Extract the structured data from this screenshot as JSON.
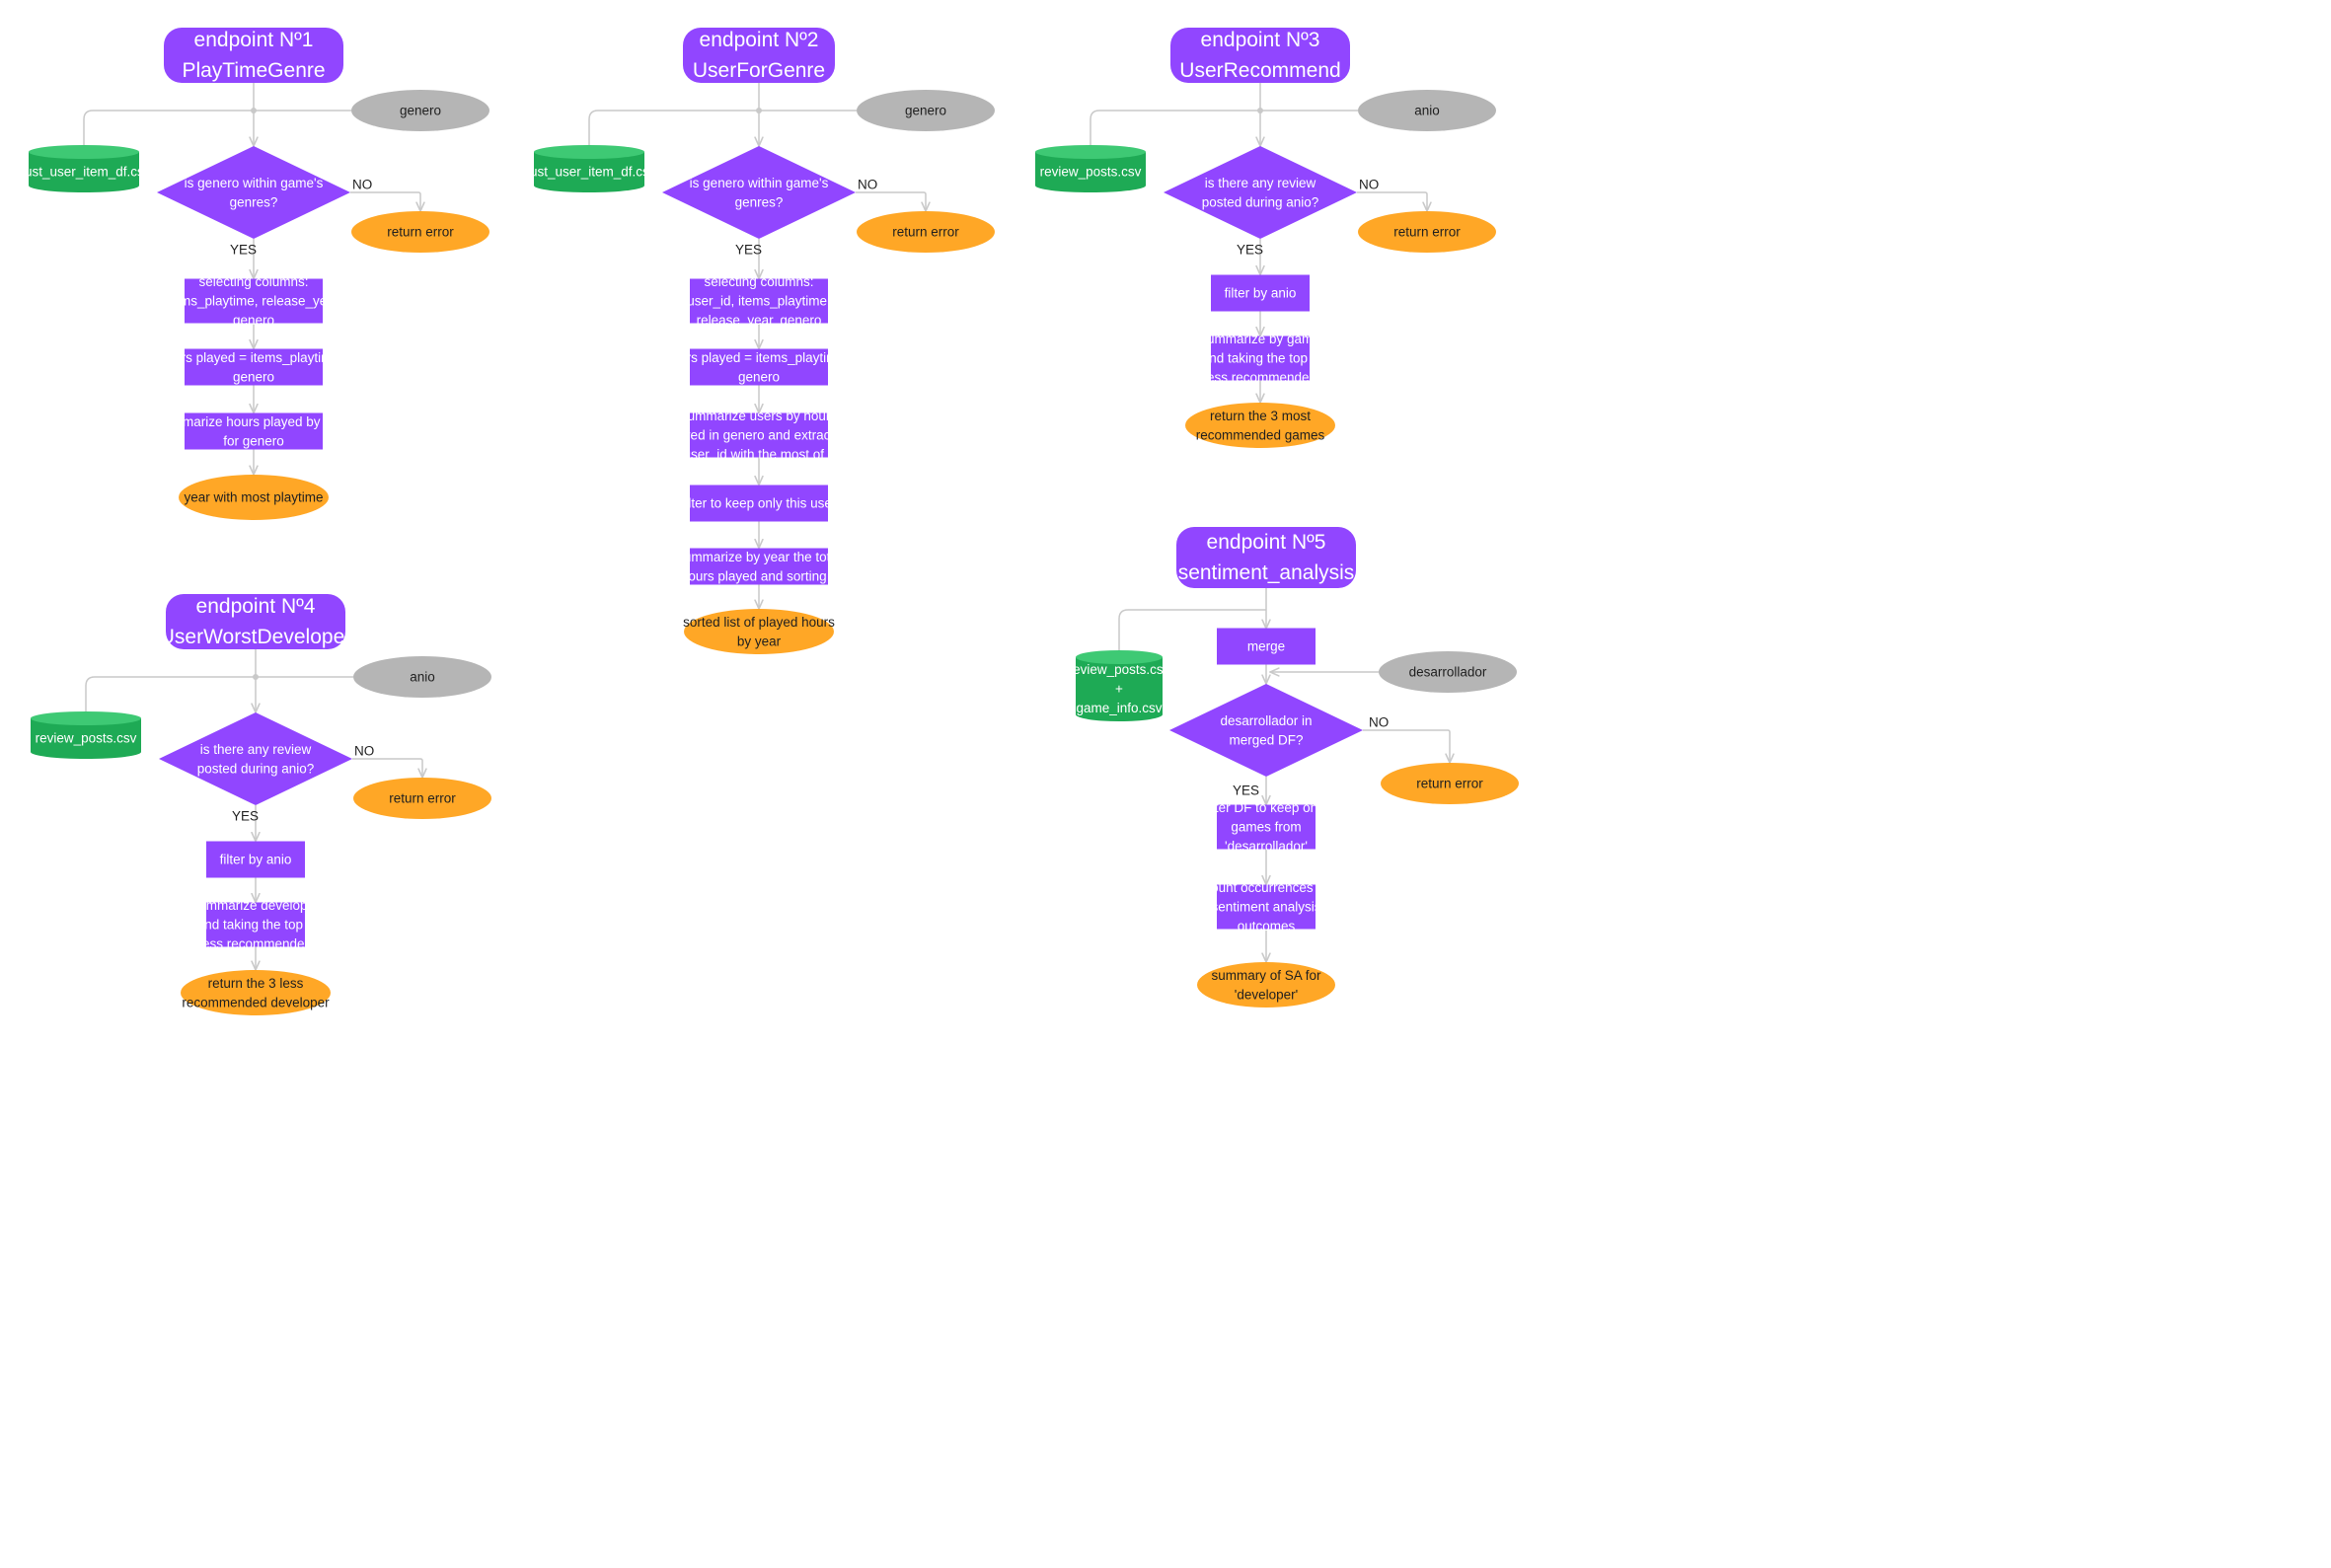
{
  "colors": {
    "purple": "#9146ff",
    "green": "#1eaa55",
    "green_top": "#3ec974",
    "orange": "#ffa726",
    "gray": "#b5b5b5",
    "edge": "#c9c9c9"
  },
  "flows": [
    {
      "id": "ep1",
      "title": [
        "endpoint Nº1",
        "PlayTimeGenre"
      ],
      "input": "genero",
      "source": [
        "aust_user_item_df.csv"
      ],
      "decision": [
        "is genero within game's",
        "genres?"
      ],
      "yes": "YES",
      "no": "NO",
      "error": [
        "return error"
      ],
      "steps": [
        [
          "selecting columns:",
          "items_playtime, release_year,",
          "genero"
        ],
        [
          "hours played = items_playtime *",
          "genero"
        ],
        [
          "summarize hours played by year",
          "for genero"
        ]
      ],
      "result": [
        "year with most playtime"
      ]
    },
    {
      "id": "ep2",
      "title": [
        "endpoint Nº2",
        "UserForGenre"
      ],
      "input": "genero",
      "source": [
        "aust_user_item_df.csv"
      ],
      "decision": [
        "is genero within game's",
        "genres?"
      ],
      "yes": "YES",
      "no": "NO",
      "error": [
        "return error"
      ],
      "steps": [
        [
          "selecting columns:",
          "user_id, items_playtime,",
          "release_year, genero"
        ],
        [
          "hours played = items_playtime *",
          "genero"
        ],
        [
          "summarize users by hours",
          "played in genero and extracting",
          "user_id with the most of it"
        ],
        [
          "filter to keep only this user"
        ],
        [
          "summarize by year the total",
          "hours played and sorting it"
        ]
      ],
      "result": [
        "sorted list of played hours",
        "by year"
      ]
    },
    {
      "id": "ep3",
      "title": [
        "endpoint Nº3",
        "UserRecommend"
      ],
      "input": "anio",
      "source": [
        "review_posts.csv"
      ],
      "decision": [
        "is there any review",
        "posted during anio?"
      ],
      "yes": "YES",
      "no": "NO",
      "error": [
        "return error"
      ],
      "steps": [
        [
          "filter by anio"
        ],
        [
          "summarize by game",
          "and taking the top 3",
          "less recommended"
        ]
      ],
      "result": [
        "return the 3 most",
        "recommended games"
      ]
    },
    {
      "id": "ep4",
      "title": [
        "endpoint Nº4",
        "UserWorstDeveloper"
      ],
      "input": "anio",
      "source": [
        "review_posts.csv"
      ],
      "decision": [
        "is there any review",
        "posted during anio?"
      ],
      "yes": "YES",
      "no": "NO",
      "error": [
        "return error"
      ],
      "steps": [
        [
          "filter by anio"
        ],
        [
          "summarize developer",
          "and taking the top 3",
          "less recommended"
        ]
      ],
      "result": [
        "return the 3 less",
        "recommended developer"
      ]
    },
    {
      "id": "ep5",
      "title": [
        "endpoint Nº5",
        "sentiment_analysis"
      ],
      "input": "desarrollador",
      "source": [
        "review_posts.csv",
        "+",
        "game_info.csv"
      ],
      "merge": [
        "merge"
      ],
      "decision": [
        "desarrollador in",
        "merged DF?"
      ],
      "yes": "YES",
      "no": "NO",
      "error": [
        "return error"
      ],
      "steps": [
        [
          "filter DF to keep only",
          "games from",
          "'desarrollador'"
        ],
        [
          "count occurrences of",
          "sentiment analysis",
          "outcomes"
        ]
      ],
      "result": [
        "summary of SA for",
        "'developer'"
      ]
    }
  ]
}
